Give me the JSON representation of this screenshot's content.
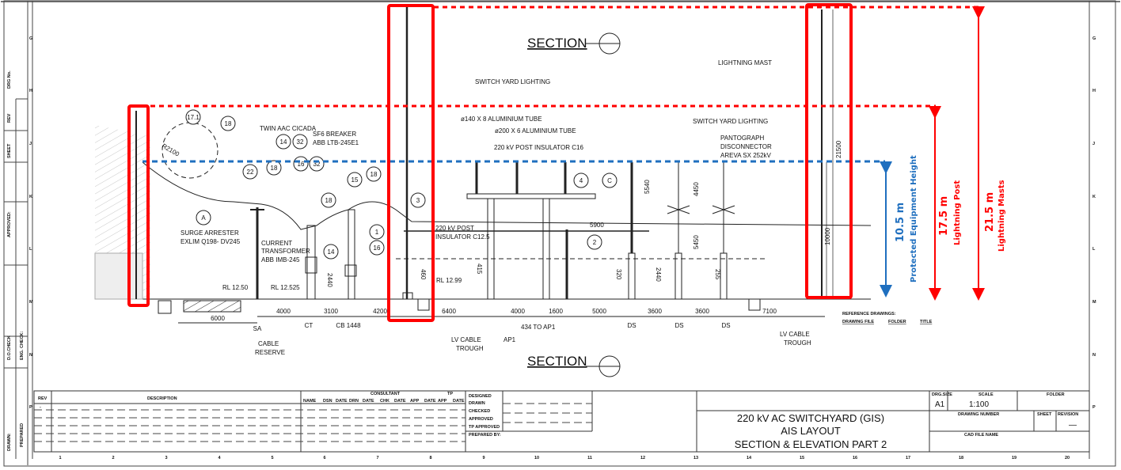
{
  "drawing": {
    "section_top": "SECTION",
    "section_bottom": "SECTION",
    "grid_rows": [
      "G",
      "H",
      "J",
      "K",
      "L",
      "M",
      "N",
      "P"
    ],
    "grid_cols": [
      "1",
      "2",
      "3",
      "4",
      "5",
      "6",
      "7",
      "8",
      "9",
      "10",
      "11",
      "12",
      "13",
      "14",
      "15",
      "16",
      "17",
      "18",
      "19",
      "20"
    ],
    "left_strip": {
      "drg_no": "DRG No.",
      "rev": "REV",
      "sheet": "SHEET",
      "approved": "APPROVED:",
      "do_check": "D.O.CHECK",
      "eng_check": "ENG. CHECK:",
      "drawn": "DRAWN:",
      "prepared": "PREPARED"
    },
    "labels": {
      "twin_aac": "TWIN AAC CICADA",
      "sf6_breaker_1": "SF6 BREAKER",
      "sf6_breaker_2": "ABB LTB-245E1",
      "surge_arrester_1": "SURGE ARRESTER",
      "surge_arrester_2": "EXLIM Q198- DV245",
      "ct_1": "CURRENT",
      "ct_2": "TRANSFORMER",
      "ct_3": "ABB IMB-245",
      "switch_yard_lighting_1": "SWITCH YARD LIGHTING",
      "switch_yard_lighting_2": "SWITCH YARD LIGHTING",
      "al_tube_140": "ø140 X 8 ALUMINIUM TUBE",
      "al_tube_200": "ø200 X 6 ALUMINIUM TUBE",
      "post_insulator_c16": "220 kV POST INSULATOR C16",
      "post_insulator_c125_1": "220 kV POST",
      "post_insulator_c125_2": "INSULATOR C12.5",
      "lightning_mast": "LIGHTNING MAST",
      "pantograph_1": "PANTOGRAPH",
      "pantograph_2": "DISCONNECTOR",
      "pantograph_3": "AREVA SX 252kV",
      "cable_reserve_1": "CABLE",
      "cable_reserve_2": "RESERVE",
      "lv_trough_1": "LV CABLE",
      "lv_trough_2": "TROUGH",
      "r2100": "R2100",
      "rl_1250": "RL 12.50",
      "rl_12525": "RL 12.525",
      "rl_1299": "RL 12.99",
      "ref_drawings": "REFERENCE DRAWINGS:",
      "ref_file": "DRAWING FILE",
      "ref_folder": "FOLDER",
      "ref_title": "TITLE",
      "to_ap1": "434 TO AP1",
      "ap1": "AP1"
    },
    "bubbles": [
      "17.1",
      "18",
      "14",
      "32",
      "16",
      "32",
      "22",
      "18",
      "18",
      "15",
      "18",
      "A",
      "14",
      "1",
      "16",
      "3",
      "4",
      "C",
      "2"
    ],
    "dimensions_h": [
      "6000",
      "4000",
      "3100",
      "4200",
      "6400",
      "4000",
      "1600",
      "5000",
      "3600",
      "3600",
      "7100"
    ],
    "dimension_marks": [
      "SA",
      "CT",
      "CB 1448",
      "DS",
      "DS",
      "DS"
    ],
    "dimensions_v": [
      "2440",
      "460",
      "415",
      "5540",
      "4450",
      "5450",
      "320",
      "2440",
      "255",
      "21500",
      "10000",
      "5900"
    ]
  },
  "annotations": {
    "protected_height_value": "10.5 m",
    "protected_height_label": "Protected Equipment Height",
    "lightning_post_value": "17.5 m",
    "lightning_post_label": "Lightning Post",
    "lightning_masts_value": "21.5 m",
    "lightning_masts_label": "Lightning Masts",
    "colors": {
      "red": "#ff0000",
      "blue": "#1f6fbf"
    }
  },
  "title_block": {
    "rev_header": "REV",
    "desc_header": "DESCRIPTION",
    "rev_value": "-",
    "consultant": "CONSULTANT",
    "tp": "TP",
    "cols": [
      "NAME",
      "DSN",
      "DATE",
      "DRN",
      "DATE",
      "CHK",
      "DATE",
      "APP",
      "DATE",
      "APP",
      "DATE"
    ],
    "roles": [
      "DESIGNED",
      "DRAWN",
      "CHECKED",
      "APPROVED",
      "TP APPROVED"
    ],
    "prepared_by": "PREPARED BY:",
    "title_1": "220 kV AC SWITCHYARD (GIS)",
    "title_2": "AIS LAYOUT",
    "title_3": "SECTION & ELEVATION PART 2",
    "drg_size_label": "DRG.SIZE",
    "drg_size": "A1",
    "scale_label": "SCALE",
    "scale": "1:100",
    "folder_label": "FOLDER",
    "drawing_number_label": "DRAWING NUMBER",
    "sheet_label": "SHEET",
    "revision_label": "REVISION",
    "revision": "—",
    "cad_file_label": "CAD FILE NAME"
  }
}
